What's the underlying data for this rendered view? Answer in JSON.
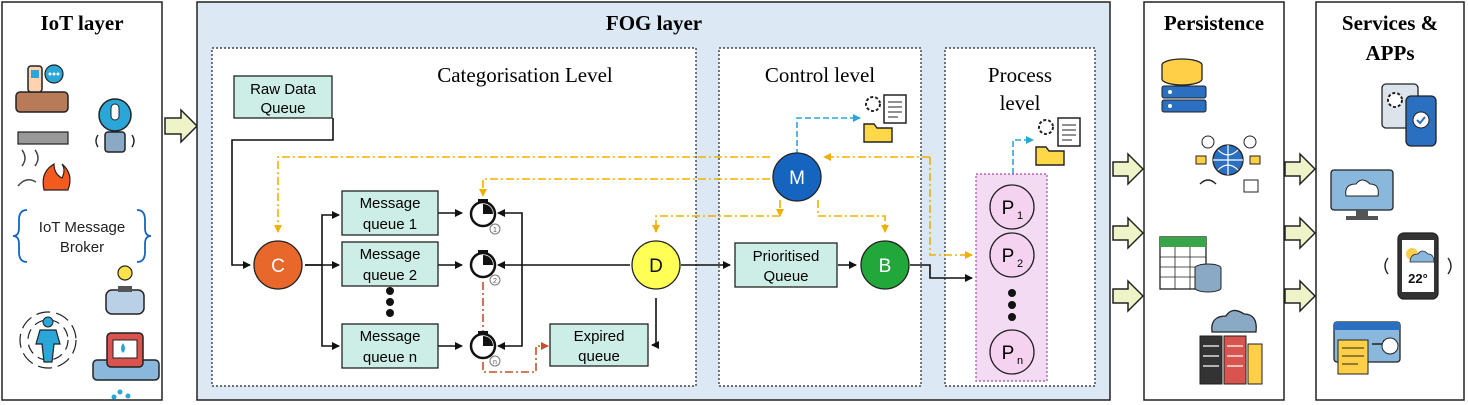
{
  "iot": {
    "title": "IoT layer",
    "broker_line1": "IoT Message",
    "broker_line2": "Broker"
  },
  "fog": {
    "title": "FOG layer",
    "categorisation_title": "Categorisation Level",
    "control_title": "Control level",
    "process_title_line1": "Process",
    "process_title_line2": "level",
    "raw_queue_line1": "Raw Data",
    "raw_queue_line2": "Queue",
    "mq1_line1": "Message",
    "mq1_line2": "queue 1",
    "mq2_line1": "Message",
    "mq2_line2": "queue 2",
    "mqn_line1": "Message",
    "mqn_line2": "queue n",
    "expired_line1": "Expired",
    "expired_line2": "queue",
    "prioritised_line1": "Prioritised",
    "prioritised_line2": "Queue",
    "node_c": "C",
    "node_d": "D",
    "node_m": "M",
    "node_b": "B",
    "timer1_badge": "1",
    "timer2_badge": "2",
    "timern_badge": "n",
    "p1": "P",
    "p1_sub": "1",
    "p2": "P",
    "p2_sub": "2",
    "pn": "P",
    "pn_sub": "n"
  },
  "persistence": {
    "title": "Persistence"
  },
  "services": {
    "title_line1": "Services &",
    "title_line2": "APPs"
  },
  "weather_temp": "22°",
  "colors": {
    "fog_bg": "#dce9f5",
    "queue_fill": "#cdeee6",
    "node_c": "#e8672a",
    "node_d": "#ffff55",
    "node_m": "#1565c0",
    "node_b": "#22a83a",
    "process_fill": "#f3dcf3",
    "link_orange": "#f0b000",
    "link_blue": "#2aa6d8",
    "link_red": "#c0542a",
    "arrow_fill": "#eef3c8"
  }
}
